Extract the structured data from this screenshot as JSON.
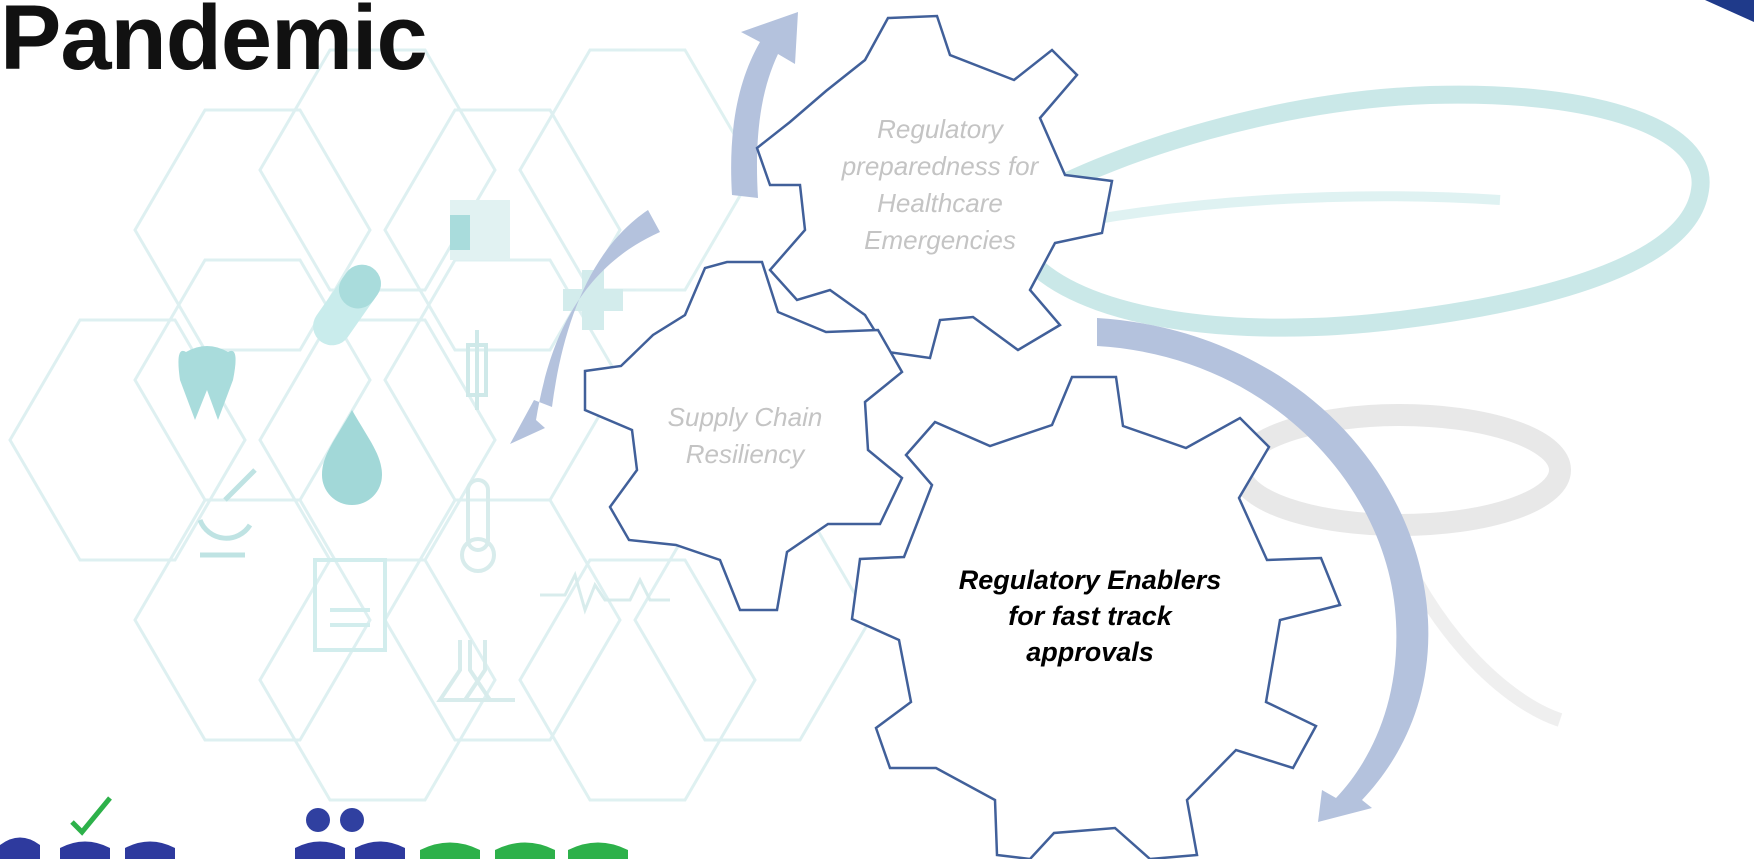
{
  "page": {
    "title": "Pandemic"
  },
  "diagram": {
    "gears": [
      {
        "id": "regulatory-preparedness",
        "label": "Regulatory preparedness for Healthcare Emergencies"
      },
      {
        "id": "supply-chain-resiliency",
        "label": "Supply Chain Resiliency"
      },
      {
        "id": "regulatory-enablers",
        "label": "Regulatory Enablers for fast track approvals"
      }
    ],
    "colors": {
      "gear_stroke": "#41609a",
      "arrow_fill": "#b4c2dd",
      "muted_text": "#c4c4c4",
      "highlight_text": "#000000",
      "background_teal": "#bfe6e6"
    }
  },
  "background": {
    "icons": [
      "tooth-icon",
      "pill-icon",
      "drop-icon",
      "microscope-icon",
      "syringe-icon",
      "thermometer-icon",
      "clipboard-icon",
      "flask-icon",
      "heartbeat-icon",
      "iv-bag-icon",
      "stethoscope-icon"
    ]
  }
}
